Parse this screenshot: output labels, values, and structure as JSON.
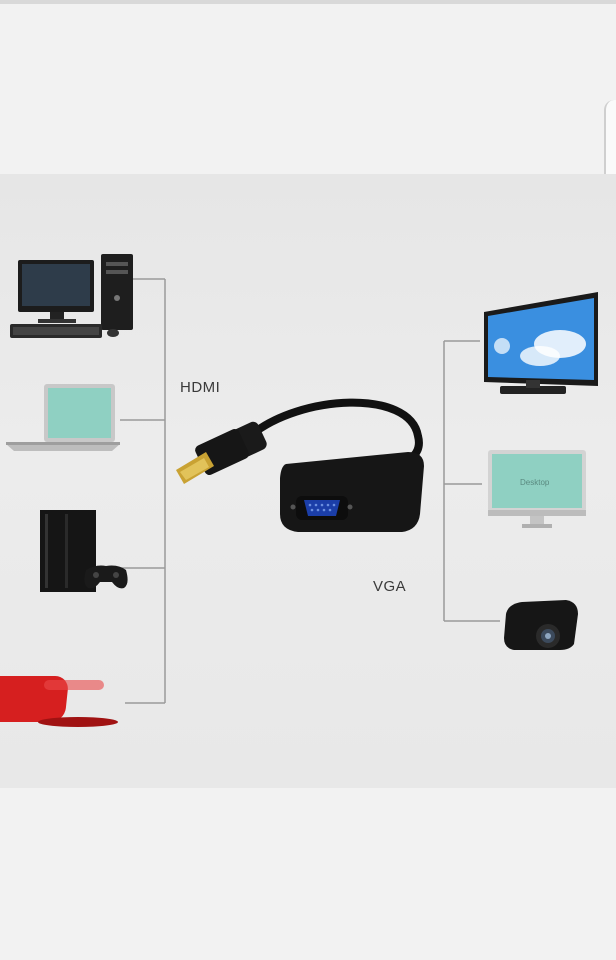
{
  "labels": {
    "hdmi": "HDMI",
    "vga": "VGA"
  },
  "screens": {
    "laptop": "",
    "monitor": "Desktop"
  }
}
